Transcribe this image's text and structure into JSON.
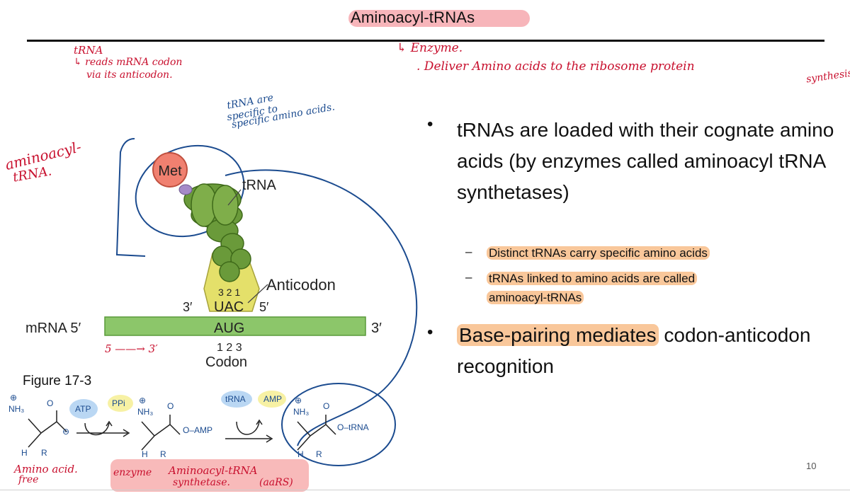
{
  "title": "Aminoacyl-tRNAs",
  "page_number": "10",
  "figure_label": "Figure 17-3",
  "diagram": {
    "met": "Met",
    "trna": "tRNA",
    "anticodon_label": "Anticodon",
    "anticodon_numbers": "3 2 1",
    "anticodon_seq": "UAC",
    "three_prime_left": "3′",
    "five_prime_right": "5′",
    "mrna": "mRNA 5′",
    "codon_seq": "AUG",
    "mrna_3prime": "3′",
    "codon_numbers": "1 2 3",
    "codon_label": "Codon"
  },
  "bullets": [
    {
      "text": "tRNAs are loaded with their cognate amino acids (by enzymes called aminoacyl tRNA synthetases)"
    },
    {
      "text_pre": "Base-pairing mediates",
      "text_post": " codon-anticodon recognition"
    }
  ],
  "sub_bullets": [
    {
      "text": "Distinct tRNAs carry specific amino acids"
    },
    {
      "line1": "tRNAs linked to amino acids are called",
      "line2": "aminoacyl-tRNAs"
    }
  ],
  "annotations": {
    "trna_note_1": "tRNA",
    "trna_note_2": "↳ reads mRNA codon",
    "trna_note_3": "via its anticodon.",
    "specific_1": "tRNA are",
    "specific_2": "specific to",
    "specific_3": "specific amino acids.",
    "aminoacyl_1": "aminoacyl-",
    "aminoacyl_2": "tRNA.",
    "enzyme_1": "↳ Enzyme.",
    "enzyme_2": ". Deliver Amino acids to the ribosome protein",
    "enzyme_3": "synthesis",
    "five_three": "5 ——→ 3′",
    "amino_acid": "Amino acid.",
    "free": "free",
    "enzyme_label": "enzyme",
    "synthetase_1": "Aminoacyl-tRNA",
    "synthetase_2": "synthetase.",
    "aars": "(aaRS)"
  },
  "reaction": {
    "nh3_plus": "⊕",
    "nh3": "NH₃",
    "o": "O",
    "o_minus": "⊖",
    "h": "H",
    "r": "R",
    "atp": "ATP",
    "ppi": "PPi",
    "o_amp": "O–AMP",
    "trna": "tRNA",
    "amp": "AMP",
    "o_trna": "O–tRNA"
  },
  "colors": {
    "red_ink": "#c8102e",
    "blue_ink": "#1b4b8f",
    "mrna_green": "#8cc66a",
    "trna_green": "#6a9a3a",
    "anticodon_yellow": "#e4e06a",
    "met_salmon": "#f08070",
    "highlight_orange": "#f9c79a",
    "highlight_pink": "#f6a8ae"
  }
}
